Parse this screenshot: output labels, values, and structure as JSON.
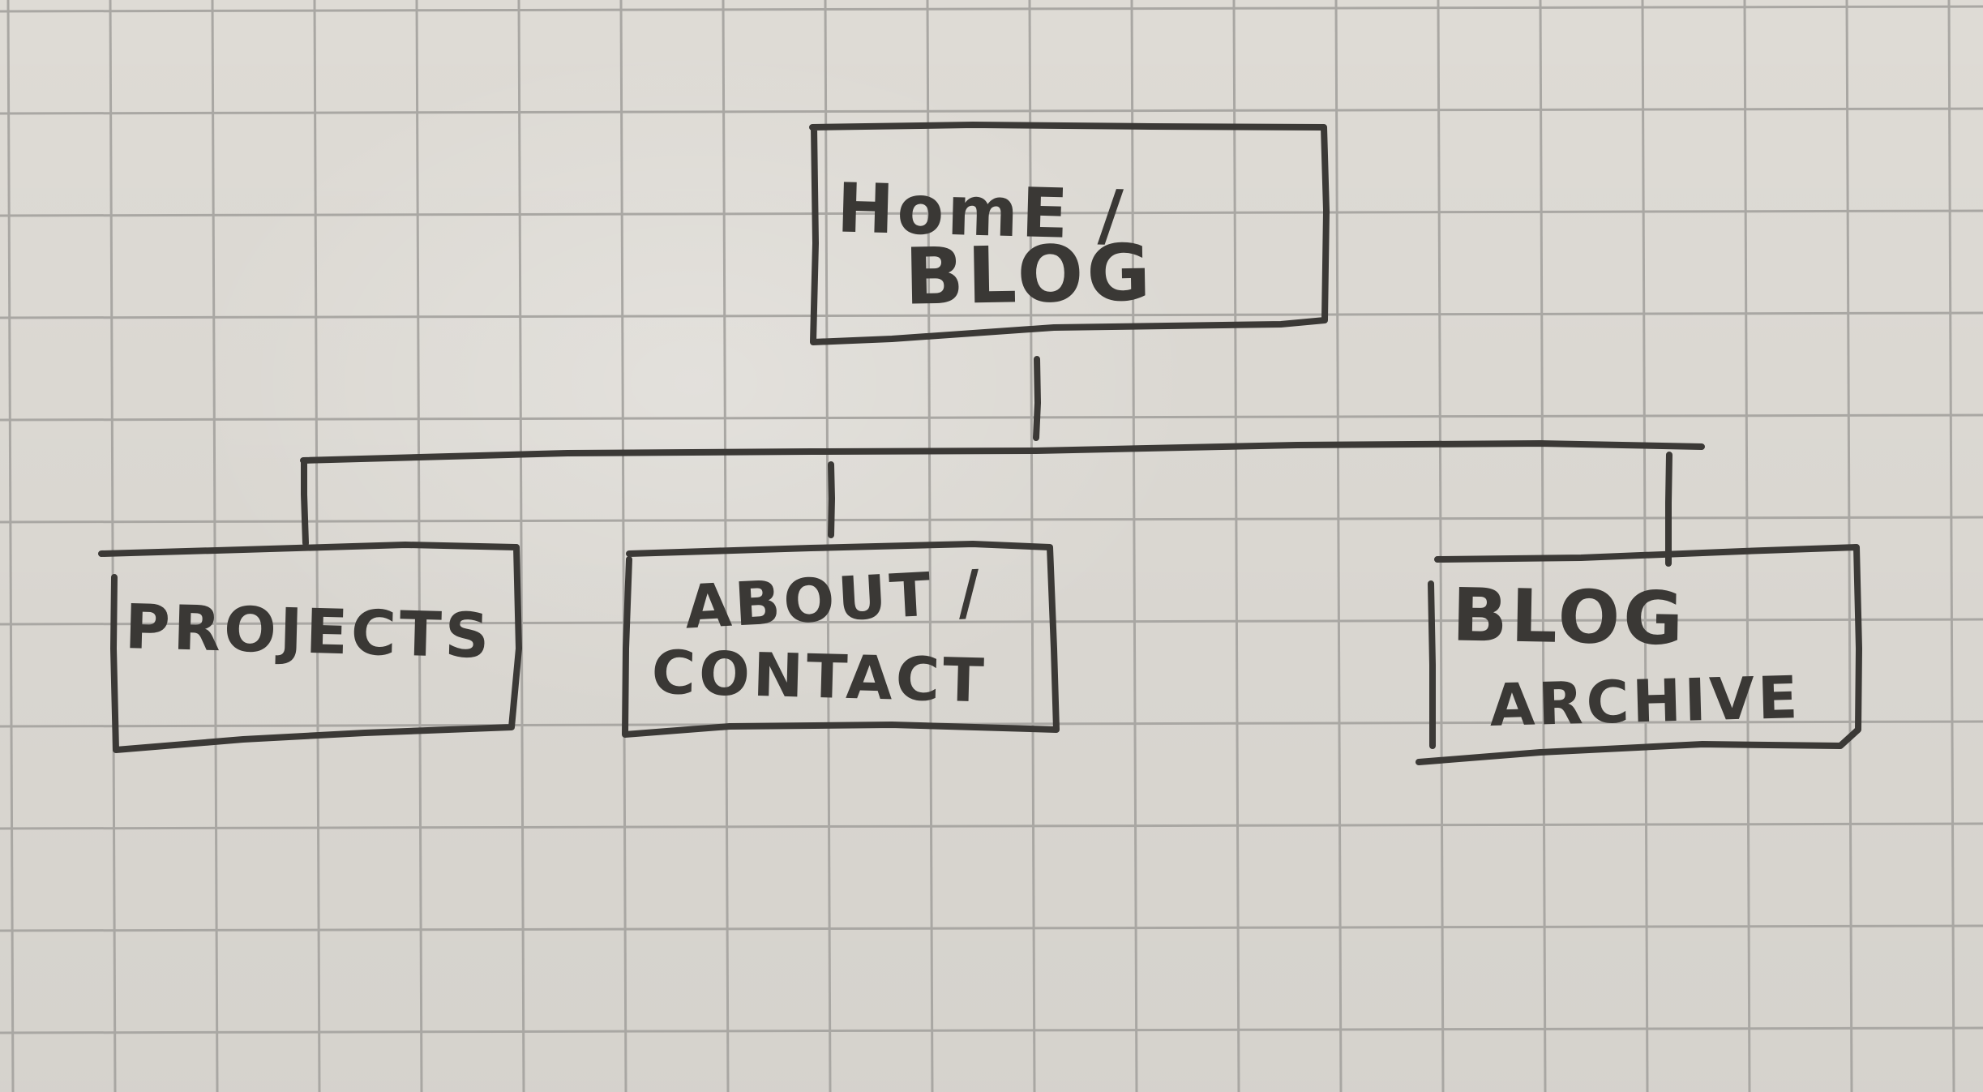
{
  "diagram": {
    "type": "sitemap",
    "root": {
      "line1": "HomE /",
      "line2": "BLOG"
    },
    "children": [
      {
        "line1": "PROJECTS",
        "line2": ""
      },
      {
        "line1": "ABOUT /",
        "line2": "CONTACT"
      },
      {
        "line1": "BLOG",
        "line2": "ARCHIVE"
      }
    ]
  },
  "colors": {
    "paper": "#dedbd5",
    "grid_line": "#a9a7a3",
    "pencil": "#3b3936"
  }
}
